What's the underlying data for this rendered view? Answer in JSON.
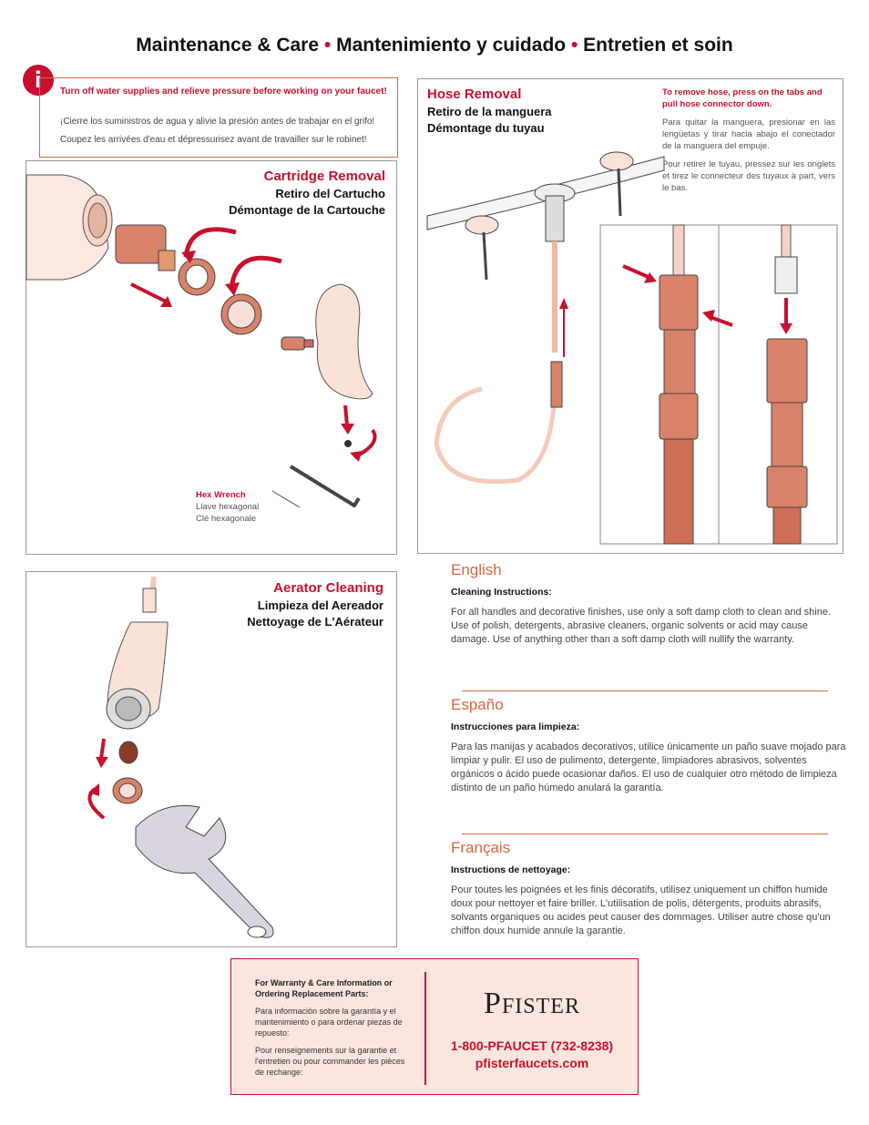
{
  "title": {
    "part1": "Maintenance & Care",
    "sep": "•",
    "part2": "Mantenimiento y cuidado",
    "part3": "Entretien et soin"
  },
  "warning": {
    "icon": "info-icon",
    "icon_text": "i",
    "en": "Turn off water supplies and relieve pressure before working on your faucet!",
    "es": "¡Cierre los suministros de agua y alivie la presión antes de trabajar en el grifo!",
    "fr": "Coupez les arrivées d'eau et dépressurisez avant de travailler sur le robinet!"
  },
  "cartridge": {
    "title": "Cartridge Removal",
    "es": "Retiro del Cartucho",
    "fr": "Démontage de la Cartouche",
    "hex_en": "Hex Wrench",
    "hex_es": "Llave hexagonal",
    "hex_fr": "Clé hexagonale"
  },
  "hose": {
    "title": "Hose Removal",
    "es": "Retiro de la manguera",
    "fr": "Démontage du tuyau",
    "note_en": "To remove hose, press on the tabs and pull hose connector down.",
    "note_es": "Para quitar la manguera, presionar en las lengüetas y tirar hacia abajo el conectador de la manguera del empuje.",
    "note_fr": "Pour retirer le tuyau, pressez sur les onglets et tirez le connecteur des tuyaux à part, vers le bas."
  },
  "aerator": {
    "title": "Aerator Cleaning",
    "es": "Limpieza del Aereador",
    "fr": "Nettoyage de L'Aérateur"
  },
  "english": {
    "lang": "English",
    "heading": "Cleaning Instructions:",
    "body": "For all handles and decorative finishes, use only a soft damp cloth to clean and shine. Use of polish, detergents, abrasive cleaners, organic solvents or acid may cause damage. Use of anything other than a soft damp cloth will nullify the warranty."
  },
  "spanish": {
    "lang": "Españo",
    "heading": "Instrucciones para limpieza:",
    "body": "Para las manijas y acabados decorativos, utilice únicamente un paño suave mojado para limpiar y pulir. El uso de pulimento, detergente, limpiadores abrasivos, solventes orgánicos o ácido puede ocasionar daños. El uso de cualquier otro método de limpieza distinto de un paño húmedo anulará la garantía."
  },
  "french": {
    "lang": "Français",
    "heading": "Instructions de nettoyage:",
    "body": "Pour toutes les poignées et les finis décoratifs, utilisez uniquement un chiffon humide doux pour nettoyer et faire briller. L'utilisation de polis, détergents, produits abrasifs, solvants organiques ou acides peut causer des dommages. Utiliser autre chose qu'un chiffon doux humide annule la garantie."
  },
  "footer": {
    "en": "For Warranty & Care Information or Ordering Replacement Parts:",
    "es": "Para información sobre la garantía y el mantenimiento o para ordenar piezas de repuesto:",
    "fr": "Pour renseignements sur la garantie et l'entretien ou pour commander les pièces de rechange:",
    "brand": "Pfister",
    "phone": "1-800-PFAUCET (732-8238)",
    "web": "pfisterfaucets.com"
  },
  "colors": {
    "accent": "#c8102e",
    "orange": "#d8673e",
    "copper": "#d9826a",
    "footer_bg": "#fbe6df"
  }
}
